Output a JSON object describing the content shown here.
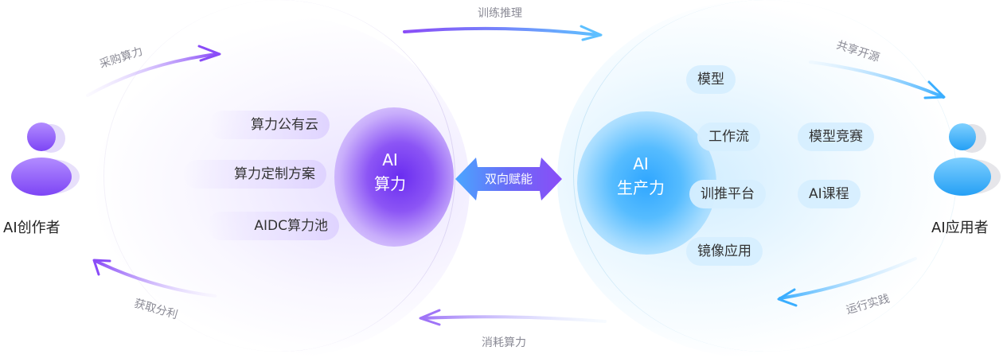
{
  "left_user": {
    "label": "AI创作者"
  },
  "right_user": {
    "label": "AI应用者"
  },
  "left_core": {
    "line1": "AI",
    "line2": "算力"
  },
  "right_core": {
    "line1": "AI",
    "line2": "生产力"
  },
  "center_connector": {
    "label": "双向赋能"
  },
  "left_items": [
    "算力公有云",
    "算力定制方案",
    "AIDC算力池"
  ],
  "right_items": {
    "model": "模型",
    "workflow": "工作流",
    "model_competition": "模型竞赛",
    "training_platform": "训推平台",
    "ai_course": "AI课程",
    "image_app": "镜像应用"
  },
  "flows": {
    "purchase": "采购算力",
    "gain": "获取分利",
    "train": "训练推理",
    "consume": "消耗算力",
    "share": "共享开源",
    "practice": "运行实践"
  },
  "colors": {
    "purple": "#7a3cf5",
    "blue": "#2fa6ff",
    "text": "#333333",
    "flow_text": "#8a8a95"
  }
}
